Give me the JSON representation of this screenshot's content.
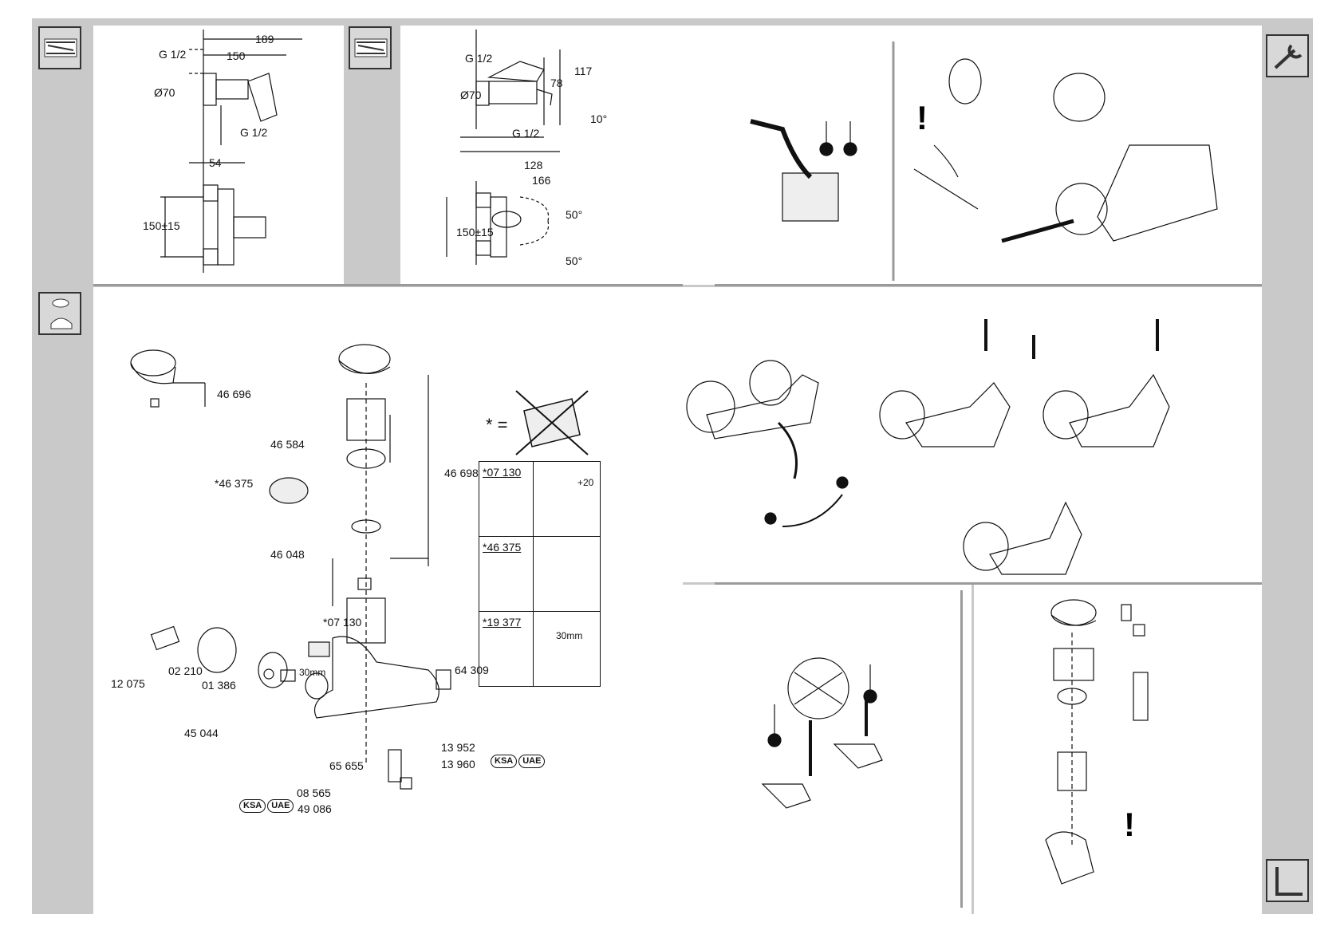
{
  "dimensions_left": {
    "w189": "189",
    "w150": "150",
    "g_top": "G 1/2",
    "dia": "Ø70",
    "g_bottom": "G 1/2",
    "w54": "54",
    "h150": "150±15"
  },
  "dimensions_right": {
    "g_top": "G 1/2",
    "dia": "Ø70",
    "h117": "117",
    "h78": "78",
    "angle10": "10°",
    "g_mid": "G 1/2",
    "w128": "128",
    "w166": "166",
    "h150": "150±15",
    "angle50a": "50°",
    "angle50b": "50°"
  },
  "parts": {
    "p46696": "46 696",
    "p46584": "46 584",
    "p46375": "*46 375",
    "p46698": "46 698",
    "p46048": "46 048",
    "p07130": "*07 130",
    "p02210": "02 210",
    "p12075": "12 075",
    "p01386": "01 386",
    "p30mm": "30mm",
    "p64309": "64 309",
    "p45044": "45 044",
    "p13952": "13 952",
    "p13960": "13 960",
    "p65655": "65 655",
    "p08565": "08 565",
    "p49086": "49 086",
    "ksa": "KSA",
    "uae": "UAE"
  },
  "legend": {
    "star_equals": "* =",
    "rows": [
      {
        "code": "*07 130",
        "note": "+20"
      },
      {
        "code": "*46 375",
        "note": ""
      },
      {
        "code": "*19 377",
        "note": "30mm"
      }
    ]
  },
  "colors": {
    "sheet": "#c9c9c9",
    "line": "#111111",
    "divider": "#9a9a9a"
  },
  "icons": [
    "ruler-icon",
    "ruler-icon",
    "wrench-icon",
    "handle-parts-icon",
    "allen-key-icon",
    "thermometer-icon",
    "bucket-icon",
    "exclamation-icon"
  ]
}
